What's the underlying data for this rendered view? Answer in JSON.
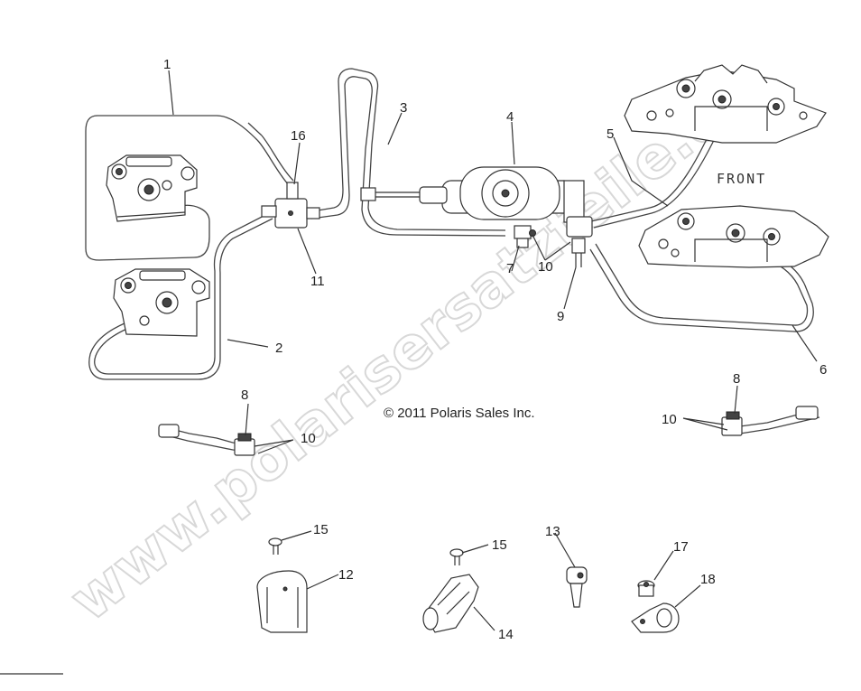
{
  "copyright": "© 2011 Polaris Sales Inc.",
  "front_label": "FRONT",
  "watermark": "www.polarisersatzteile.de",
  "callouts": {
    "c1": "1",
    "c2": "2",
    "c3": "3",
    "c4": "4",
    "c5": "5",
    "c6": "6",
    "c7": "7",
    "c8a": "8",
    "c8b": "8",
    "c9": "9",
    "c10a": "10",
    "c10b": "10",
    "c10c": "10",
    "c11": "11",
    "c12": "12",
    "c13": "13",
    "c14": "14",
    "c15a": "15",
    "c15b": "15",
    "c16": "16",
    "c17": "17",
    "c18": "18"
  }
}
